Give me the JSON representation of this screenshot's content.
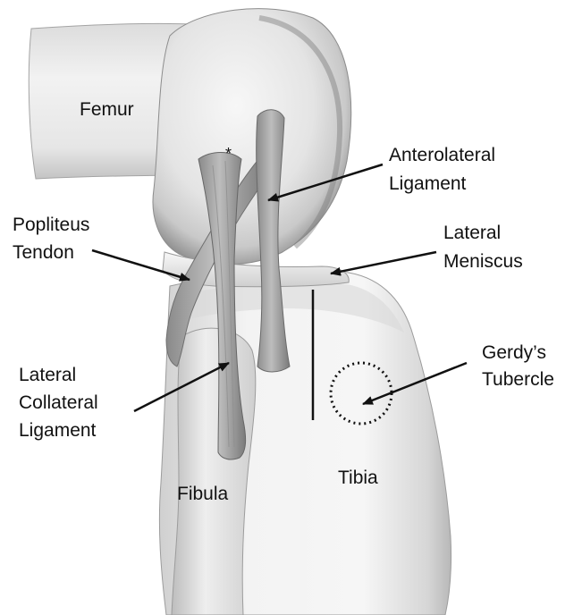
{
  "labels": {
    "femur": "Femur",
    "asterisk": "*",
    "anterolateral_line1": "Anterolateral",
    "anterolateral_line2": "Ligament",
    "popliteus_line1": "Popliteus",
    "popliteus_line2": "Tendon",
    "lateral_meniscus_line1": "Lateral",
    "lateral_meniscus_line2": "Meniscus",
    "lcl_line1": "Lateral",
    "lcl_line2": "Collateral",
    "lcl_line3": "Ligament",
    "gerdys_line1": "Gerdy’s",
    "gerdys_line2": "Tubercle",
    "tibia": "Tibia",
    "fibula": "Fibula"
  },
  "colors": {
    "bone_light": "#f4f4f4",
    "bone_mid": "#d8d8d8",
    "bone_shadow": "#a9a9a9",
    "ligament_light": "#b5b5b5",
    "ligament_dark": "#7c7c7c",
    "arrow": "#111111"
  }
}
